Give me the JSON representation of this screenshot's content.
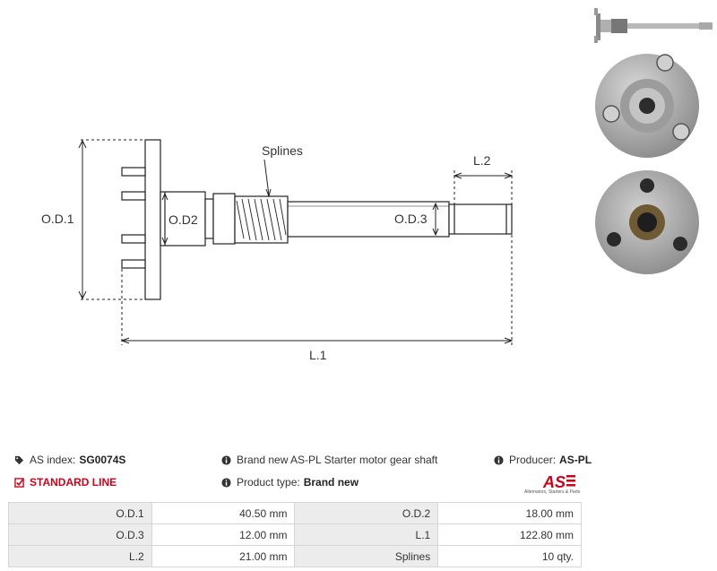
{
  "diagram": {
    "labels": {
      "splines": "Splines",
      "od1": "O.D.1",
      "od2": "O.D2",
      "od3": "O.D.3",
      "l1": "L.1",
      "l2": "L.2"
    }
  },
  "info": {
    "as_index_label": "AS index:",
    "as_index_value": "SG0074S",
    "standard_line": "STANDARD LINE",
    "description": "Brand new AS-PL Starter motor gear shaft",
    "product_type_label": "Product type:",
    "product_type_value": "Brand new",
    "producer_label": "Producer:",
    "producer_value": "AS-PL"
  },
  "logo": {
    "text": "AS",
    "tagline": "Alternators, Starters & Parts",
    "color": "#d0021b"
  },
  "specs": [
    [
      {
        "label": "O.D.1",
        "value": "40.50 mm"
      },
      {
        "label": "O.D.2",
        "value": "18.00 mm"
      }
    ],
    [
      {
        "label": "O.D.3",
        "value": "12.00 mm"
      },
      {
        "label": "L.1",
        "value": "122.80 mm"
      }
    ],
    [
      {
        "label": "L.2",
        "value": "21.00 mm"
      },
      {
        "label": "Splines",
        "value": "10 qty."
      }
    ]
  ],
  "colors": {
    "accent_red": "#d0021b",
    "table_label_bg": "#ececec",
    "line": "#222222"
  }
}
